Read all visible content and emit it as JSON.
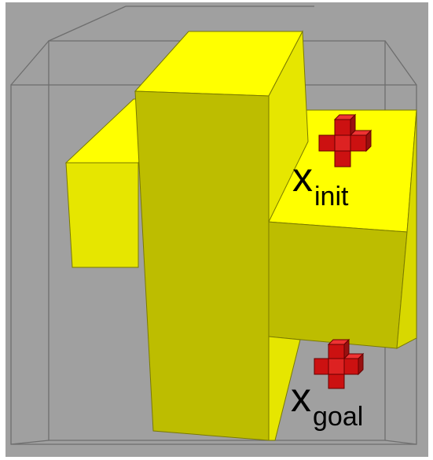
{
  "figure": {
    "background_color": "#a0a0a0",
    "frame_color": "#ffffff",
    "edge_color": "#6e6e6e",
    "obstacle_colors": {
      "front": "#bdbd00",
      "top": "#ffff00",
      "side": "#e6e600"
    },
    "robot_colors": {
      "front": "#cc1111",
      "top": "#ee3333",
      "side": "#991010"
    }
  },
  "labels": {
    "init": {
      "main": "x",
      "sub": "init",
      "icon": "red-cross-robot-icon"
    },
    "goal": {
      "main": "x",
      "sub": "goal",
      "icon": "red-cross-robot-icon"
    }
  }
}
